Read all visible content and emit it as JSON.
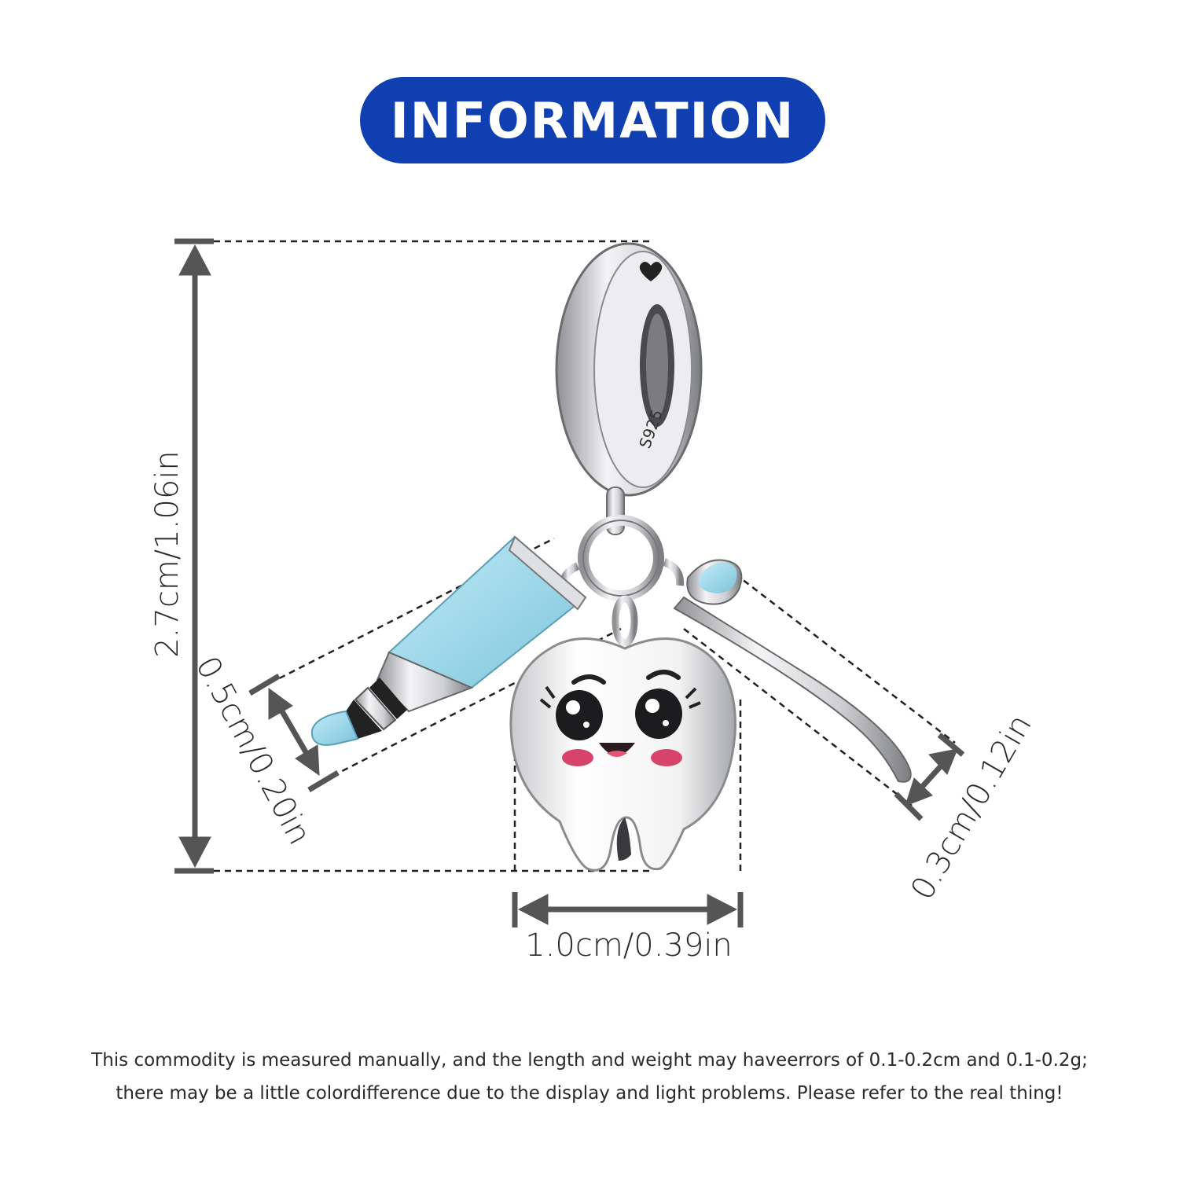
{
  "header": {
    "title": "INFORMATION"
  },
  "dimensions": {
    "height": "2.7cm/1.06in",
    "width": "1.0cm/0.39in",
    "tube_thickness": "0.5cm/0.20in",
    "brush_thickness": "0.3cm/0.12in"
  },
  "product": {
    "stamp": "S925"
  },
  "footer": {
    "line1": "This commodity is measured manually, and the length and weight may haveerrors of 0.1-0.2cm and 0.1-0.2g;",
    "line2": "there may be a little colordifference due to the display and light problems. Please refer to the real thing!"
  },
  "colors": {
    "header_bg": "#0f3fb0",
    "enamel_blue": "#9fd8ea",
    "silver": "#d9d9dd",
    "dimension_gray": "#555555"
  }
}
